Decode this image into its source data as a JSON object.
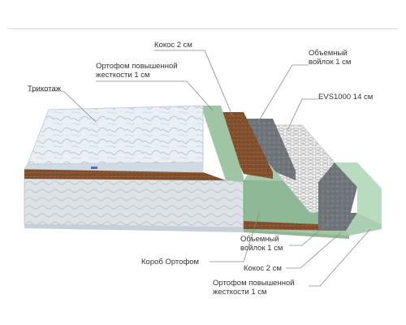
{
  "diagram": {
    "colors": {
      "knit": "#e8eef4",
      "green_foam": "#8fb896",
      "coconut": "#7a4a2a",
      "felt": "#6f757b",
      "springs": "#ececec",
      "border_fabric": "#d9dde2",
      "leader_line": "#8a8a8a",
      "text": "#333333"
    },
    "labels": {
      "knit": "Трикотаж",
      "coconut_top": "Кокос 2 см",
      "orthofoam_top_line1": "Ортофом повышенной",
      "orthofoam_top_line2": "жесткости 1 см",
      "felt_top_line1": "Объемный",
      "felt_top_line2": "войлок 1 см",
      "springs": "EVS1000 14 см",
      "box": "Короб Ортофом",
      "felt_bottom_line1": "Объемный",
      "felt_bottom_line2": "войлок 1 см",
      "coconut_bottom": "Кокос 2 см",
      "orthofoam_bottom_line1": "Ортофом повышенной",
      "orthofoam_bottom_line2": "жесткости 1 см"
    }
  }
}
